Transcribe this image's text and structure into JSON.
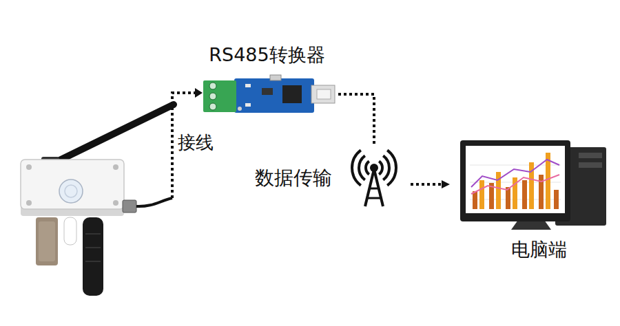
{
  "diagram": {
    "nodes": [
      {
        "text": [
          "RS485转换器"
        ]
      },
      {
        "text": [
          "数据传输"
        ]
      },
      {
        "text": [
          "电脑端"
        ]
      }
    ],
    "edges": [
      {
        "from": 0,
        "to": 1,
        "arrow": "none"
      },
      {
        "from": 1,
        "to": 2,
        "arrow": "to"
      }
    ],
    "labels": [
      "接线"
    ]
  }
}
